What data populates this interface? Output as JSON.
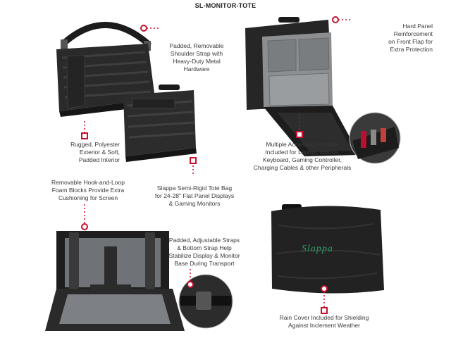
{
  "title": "SL-MONITOR-TOTE",
  "captions": {
    "strap": "Padded, Removable\nShoulder Strap with\nHeavy-Duty Metal\nHardware",
    "hard_panel": "Hard Panel\nReinforcement\non Front Flap for\nExtra Protection",
    "exterior": "Rugged, Polyester\nExterior & Soft,\nPadded Interior",
    "pockets": "Multiple Accessory Pockets\nIncluded for Laptop, Mouse,\nKeyboard, Gaming Controller,\nCharging Cables & other Peripherals",
    "foam": "Removable Hook-and-Loop\nFoam Blocks Provide Extra\nCushioning for Screen",
    "tote": "Slappa Semi-Rigid Tote Bag\nfor 24-28\" Flat Panel Displays\n& Gaming Monitors",
    "straps": "Padded, Adjustable Straps\n& Bottom Strap Help\nStabilize Display & Monitor\nBase During Transport",
    "rain": "Rain Cover Included for Shielding\nAgainst Inclement Weather"
  },
  "brand_logo_text": "Slappa",
  "colors": {
    "accent": "#c8102e",
    "bag": "#2a2a2a",
    "bag_dark": "#1a1a1a",
    "interior": "#8c8f92",
    "logo_green": "#2e9a6a"
  }
}
